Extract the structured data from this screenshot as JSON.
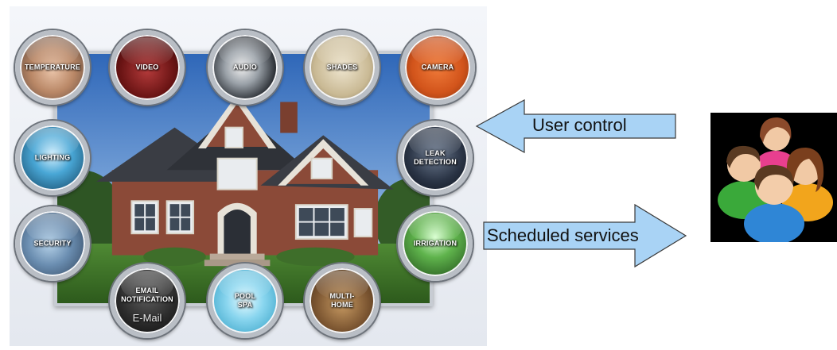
{
  "smart_home": {
    "services": {
      "temperature": "TEMPERATURE",
      "video": "VIDEO",
      "audio": "AUDIO",
      "shades": "SHADES",
      "camera": "CAMERA",
      "lighting": "LIGHTING",
      "leak_detection": "LEAK\nDETECTION",
      "security": "SECURITY",
      "irrigation": "IRRIGATION",
      "email_notification": "EMAIL\nNOTIFICATION",
      "email_sub": "E-Mail",
      "pool_spa": "POOL\nSPA",
      "multi_home": "MULTI-\nHOME"
    }
  },
  "arrows": {
    "user_control": "User control",
    "scheduled_services": "Scheduled services"
  },
  "colors": {
    "arrow_fill": "#a9d3f5",
    "arrow_stroke": "#3a3a3a",
    "users_background": "#000000"
  }
}
